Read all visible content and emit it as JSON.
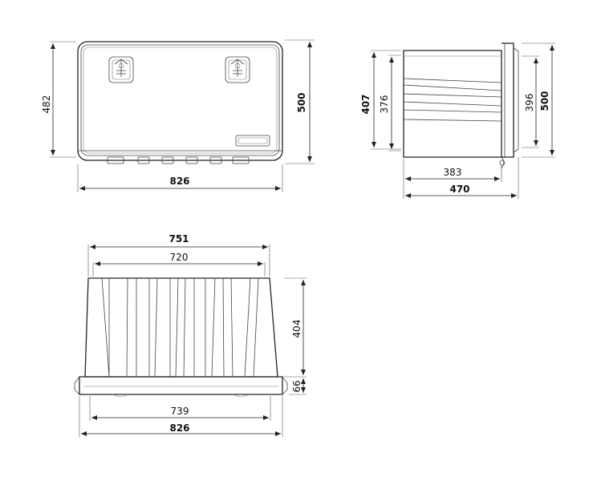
{
  "front_view": {
    "width_826": "826",
    "height_500": "500",
    "height_482": "482"
  },
  "side_view": {
    "height_407": "407",
    "height_376": "376",
    "height_396": "396",
    "height_500": "500",
    "depth_383": "383",
    "depth_470": "470"
  },
  "bottom_view": {
    "width_751": "751",
    "width_720": "720",
    "height_404": "404",
    "height_66": "66",
    "width_739": "739",
    "width_826": "826"
  },
  "icons": {
    "lock": "lock-icon"
  }
}
